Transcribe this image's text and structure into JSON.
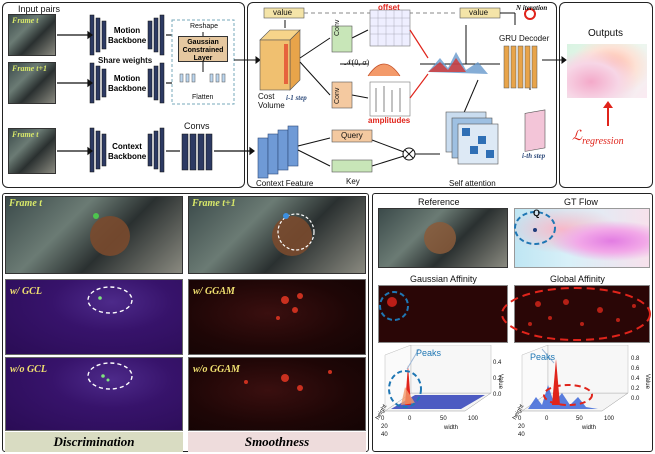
{
  "top_pipeline": {
    "input_pairs_label": "Input pairs",
    "frames": [
      {
        "tag": "Frame t"
      },
      {
        "tag": "Frame t+1"
      },
      {
        "tag": "Frame t"
      }
    ],
    "motion_backbone_label": "Motion\nBackbone",
    "share_weights_label": "Share weights",
    "context_backbone_label": "Context\nBackbone",
    "reshape_label": "Reshape",
    "gaussian_layer_label": "Gaussian\nConstrained\nLayer",
    "flatten_label": "Flatten",
    "convs_label": "Convs",
    "value_label_left": "value",
    "value_label_right": "value",
    "cost_volume_label": "Cost\nVolume",
    "step_i_minus_1": "i-1 step",
    "conv_label_1": "Conv",
    "conv_label_2": "Conv",
    "noise_label": "𝒩(0, σ)",
    "offset_label": "offset",
    "amplitudes_label": "amplitudes",
    "n_iteration_label": "N iteration",
    "gru_decoder_label": "GRU Decoder",
    "context_feature_label": "Context Feature",
    "query_label": "Query",
    "key_label": "Key",
    "self_attention_label": "Self attention",
    "step_i": "i-th step",
    "outputs_label": "Outputs",
    "loss_label": "ℒ",
    "loss_subscript": "regression"
  },
  "left_bottom": {
    "frame_t_tag": "Frame t",
    "frame_t1_tag": "Frame t+1",
    "w_gcl": "w/ GCL",
    "wo_gcl": "w/o GCL",
    "w_ggam": "w/ GGAM",
    "wo_ggam": "w/o GGAM",
    "discrimination_caption": "Discrimination",
    "smoothness_caption": "Smoothness",
    "discrimination_bg": "#d9dcc2",
    "smoothness_bg": "#eedcdc"
  },
  "right_bottom": {
    "reference_label": "Reference",
    "gt_flow_label": "GT Flow",
    "q_label": "Q",
    "gaussian_affinity_label": "Gaussian Affinity",
    "global_affinity_label": "Global Affinity",
    "peaks_label_left": "Peaks",
    "peaks_label_right": "Peaks",
    "plot_left": {
      "xlabel": "width",
      "ylabel": "height",
      "zlabel": "Value",
      "xticks": [
        "0",
        "50",
        "100"
      ],
      "yticks": [
        "0",
        "20",
        "40"
      ],
      "zticks": [
        "0.0",
        "0.2",
        "0.4"
      ]
    },
    "plot_right": {
      "xlabel": "width",
      "ylabel": "height",
      "zlabel": "Value",
      "xticks": [
        "0",
        "50",
        "100"
      ],
      "yticks": [
        "0",
        "20",
        "40"
      ],
      "zticks": [
        "0.0",
        "0.2",
        "0.4",
        "0.6",
        "0.8"
      ]
    }
  },
  "colors": {
    "accent_red": "#e0241b",
    "blue_dashed": "#1f77b4",
    "query_box": "#f4c9a0",
    "key_box": "#c8e6b8",
    "context_feature": "#6f9ad6",
    "value_box": "#f4e4a8",
    "gru_bars": "#e8a44a"
  }
}
